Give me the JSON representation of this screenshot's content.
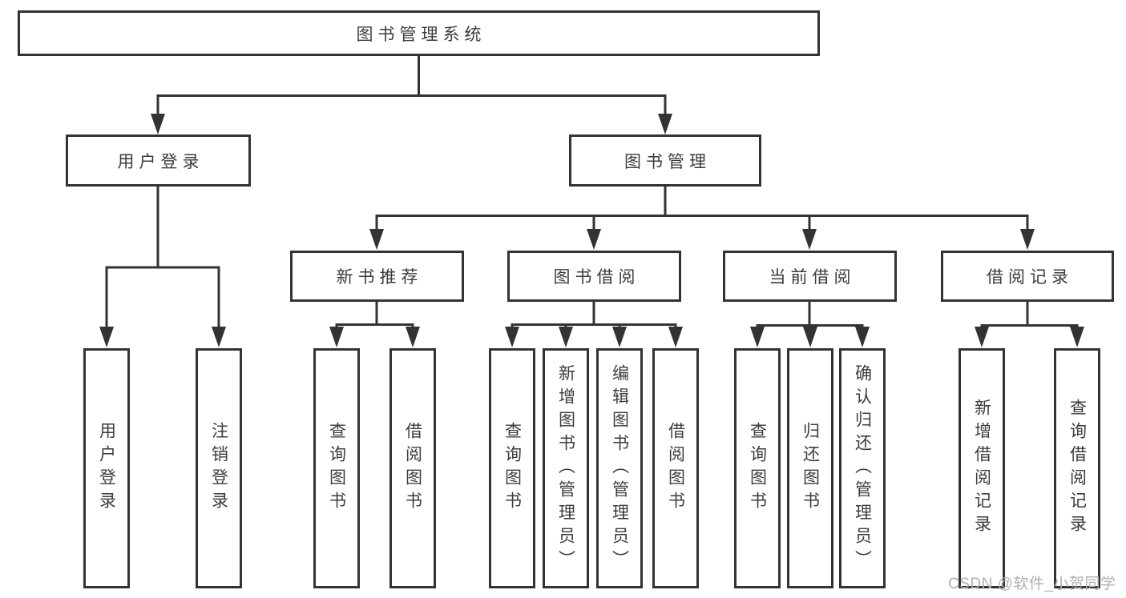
{
  "diagram": {
    "root": {
      "label": "图书管理系统"
    },
    "branches": [
      {
        "label": "用户登录",
        "children": [
          {
            "label": "用户登录"
          },
          {
            "label": "注销登录"
          }
        ]
      },
      {
        "label": "图书管理",
        "children": [
          {
            "label": "新书推荐",
            "children": [
              {
                "label": "查询图书"
              },
              {
                "label": "借阅图书"
              }
            ]
          },
          {
            "label": "图书借阅",
            "children": [
              {
                "label": "查询图书"
              },
              {
                "label": "新增图书（管理员）"
              },
              {
                "label": "编辑图书（管理员）"
              },
              {
                "label": "借阅图书"
              }
            ]
          },
          {
            "label": "当前借阅",
            "children": [
              {
                "label": "查询图书"
              },
              {
                "label": "归还图书"
              },
              {
                "label": "确认归还（管理员）"
              }
            ]
          },
          {
            "label": "借阅记录",
            "children": [
              {
                "label": "新增借阅记录"
              },
              {
                "label": "查询借阅记录"
              }
            ]
          }
        ]
      }
    ]
  },
  "watermark": {
    "text": "CSDN @软件_小贺同学"
  },
  "colors": {
    "line": "#333333",
    "text": "#3c3c3c",
    "background": "#ffffff",
    "watermark": "#b0b0b0"
  }
}
